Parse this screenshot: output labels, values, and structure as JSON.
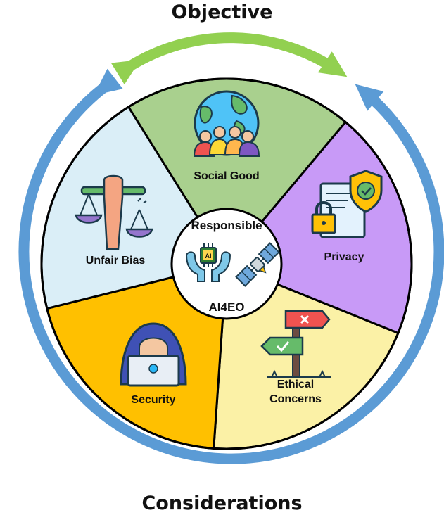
{
  "headings": {
    "top": "Objective",
    "bottom": "Considerations"
  },
  "center": {
    "line1": "Responsible",
    "line2": "AI4EO",
    "chip_label": "AI"
  },
  "segments": [
    {
      "key": "social-good",
      "label_lines": [
        "Social Good"
      ],
      "color": "#a9d08e",
      "icon": "globe-people-icon"
    },
    {
      "key": "privacy",
      "label_lines": [
        "Privacy"
      ],
      "color": "#c89af7",
      "icon": "document-lock-shield-icon"
    },
    {
      "key": "ethical-concerns",
      "label_lines": [
        "Ethical",
        "Concerns"
      ],
      "color": "#fbf1a6",
      "icon": "signpost-icon"
    },
    {
      "key": "security",
      "label_lines": [
        "Security"
      ],
      "color": "#ffc000",
      "icon": "hooded-hacker-icon"
    },
    {
      "key": "unfair-bias",
      "label_lines": [
        "Unfair Bias"
      ],
      "color": "#daeef7",
      "icon": "fist-scales-icon"
    }
  ],
  "colors": {
    "outer_arrow": "#5b9bd5",
    "top_arrow": "#92d050",
    "outline": "#000000"
  }
}
